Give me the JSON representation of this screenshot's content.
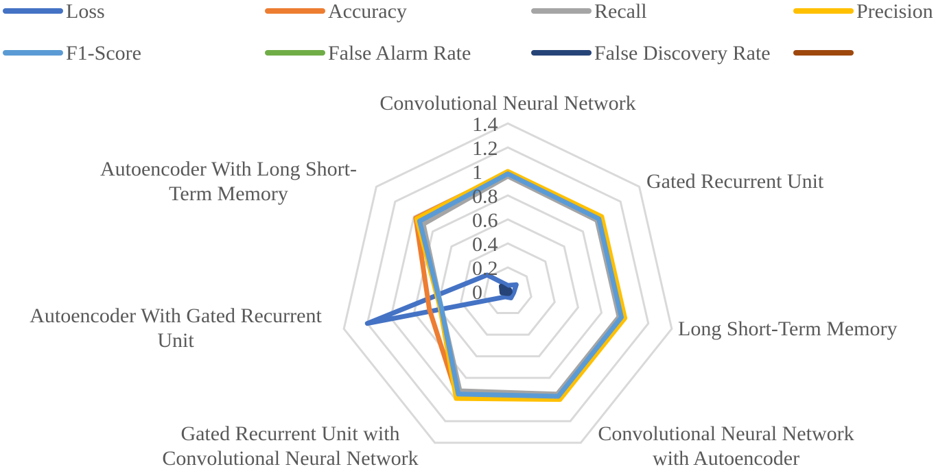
{
  "chart_data": {
    "type": "radar",
    "title": "",
    "categories": [
      "Convolutional Neural Network",
      "Gated Recurrent Unit",
      "Long Short-Term Memory",
      "Convolutional Neural Network with Autoencoder",
      "Gated Recurrent Unit with Convolutional Neural Network",
      "Autoencoder With Gated Recurrent Unit",
      "Autoencoder With Long Short-Term Memory"
    ],
    "category_lines": [
      [
        "Convolutional Neural Network"
      ],
      [
        "Gated Recurrent Unit"
      ],
      [
        "Long Short-Term Memory"
      ],
      [
        "Convolutional Neural Network",
        "with Autoencoder"
      ],
      [
        "Gated Recurrent Unit with",
        "Convolutional Neural Network"
      ],
      [
        "Autoencoder With Gated Recurrent",
        "Unit"
      ],
      [
        "Autoencoder With Long Short-",
        "Term Memory"
      ]
    ],
    "r_ticks": [
      "0",
      "0.2",
      "0.4",
      "0.6",
      "0.8",
      "1",
      "1.2",
      "1.4"
    ],
    "rlim": [
      0,
      1.4
    ],
    "grid": true,
    "legend_position": "top",
    "series": [
      {
        "name": "Loss",
        "color": "#4472C4",
        "values": [
          0.05,
          0.09,
          0.05,
          0.06,
          0.05,
          1.2,
          0.22
        ]
      },
      {
        "name": "Accuracy",
        "color": "#ED7D31",
        "values": [
          0.99,
          0.99,
          0.98,
          0.99,
          0.97,
          0.67,
          0.98
        ]
      },
      {
        "name": "Recall",
        "color": "#A5A5A5",
        "values": [
          0.96,
          0.95,
          0.95,
          0.95,
          0.92,
          0.57,
          0.9
        ]
      },
      {
        "name": "Precision",
        "color": "#FFC000",
        "values": [
          1.0,
          1.0,
          1.0,
          1.0,
          0.99,
          0.58,
          0.97
        ]
      },
      {
        "name": "F1-Score",
        "color": "#5B9BD5",
        "values": [
          0.98,
          0.97,
          0.97,
          0.97,
          0.95,
          0.57,
          0.94
        ]
      },
      {
        "name": "False Alarm Rate",
        "color": "#70AD47",
        "values": [
          0.01,
          0.01,
          0.01,
          0.01,
          0.01,
          0.01,
          0.01
        ]
      },
      {
        "name": "False Discovery Rate",
        "color": "#264478",
        "values": [
          0.01,
          0.02,
          0.02,
          0.02,
          0.02,
          0.05,
          0.07
        ]
      },
      {
        "name": "",
        "color": "#9E480E",
        "values": [
          0,
          0,
          0,
          0,
          0,
          0,
          0
        ]
      }
    ]
  }
}
